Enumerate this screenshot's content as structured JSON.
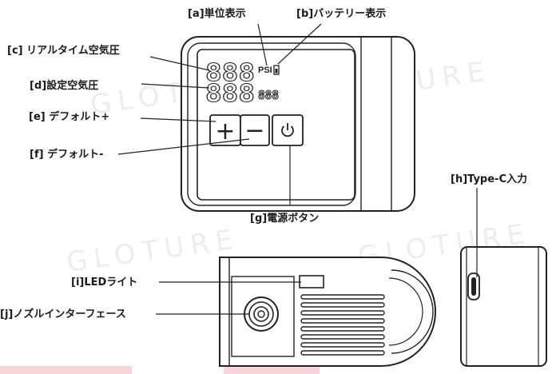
{
  "labels": {
    "a": "[a]単位表示",
    "b": "[b]バッテリー表示",
    "c": "[c] リアルタイム空気圧",
    "d": "[d]設定空気圧",
    "e": "[e] デフォルト+",
    "f": "[f] デフォルト-",
    "g": "[g]電源ボタン",
    "h": "[h]Type-C入力",
    "i": "[i]LEDライト",
    "j": "[j]ノズルインターフェース"
  },
  "display": {
    "realtime_digits": "888",
    "unit": "PSI",
    "preset_digits": "888",
    "small_digits": "888"
  },
  "buttons": {
    "plus": "+",
    "minus": "−",
    "power": "⏻"
  },
  "watermark": "GLOTURE",
  "colors": {
    "line": "#222222",
    "accent_pink": "#f7d3da"
  }
}
